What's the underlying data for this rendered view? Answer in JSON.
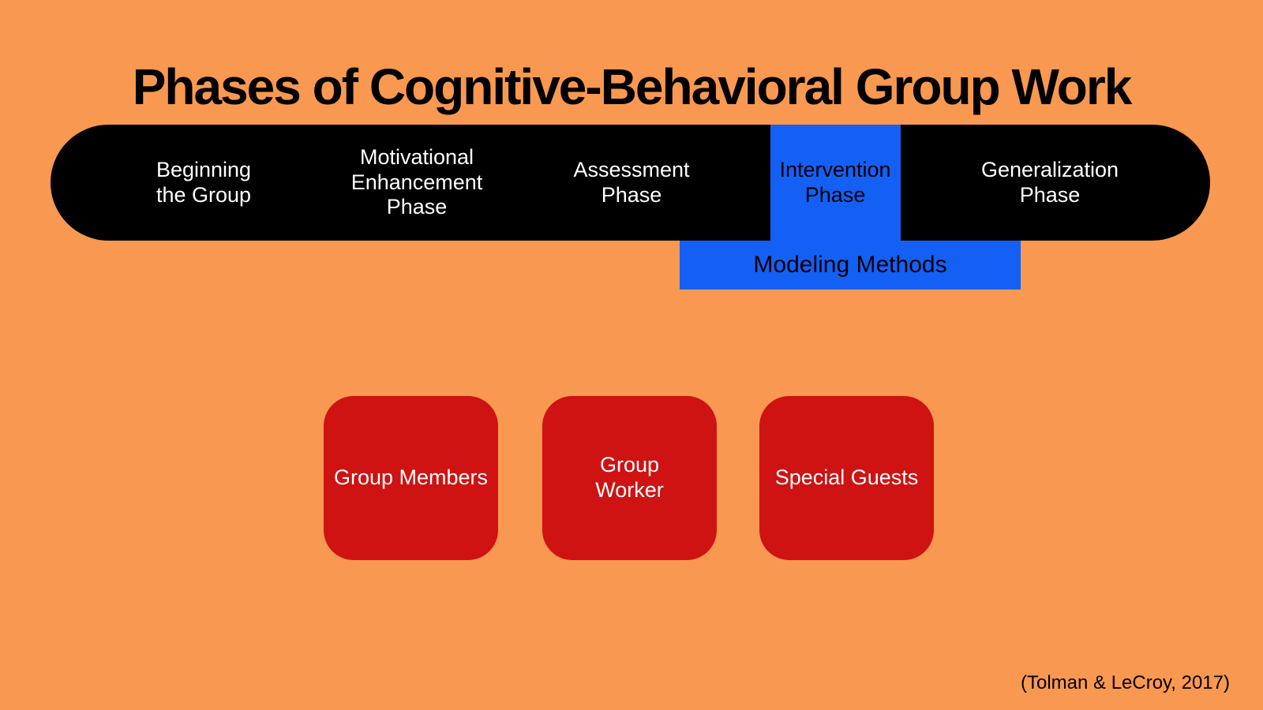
{
  "slide": {
    "title": "Phases of Cognitive-Behavioral Group Work",
    "citation": "(Tolman & LeCroy, 2017)"
  },
  "colors": {
    "background": "#F99850",
    "phase_bar": "#000000",
    "phase_text": "#FFFFFF",
    "highlight_blue": "#1460F5",
    "participant_red": "#CF1212",
    "dark_text": "#000000"
  },
  "phase_bar": {
    "phases": [
      {
        "label": "Beginning\nthe Group",
        "highlighted": false
      },
      {
        "label": "Motivational\nEnhancement\nPhase",
        "highlighted": false
      },
      {
        "label": "Assessment\nPhase",
        "highlighted": false
      },
      {
        "label": "Intervention\nPhase",
        "highlighted": true
      },
      {
        "label": "Generalization\nPhase",
        "highlighted": false
      }
    ]
  },
  "callout": {
    "label": "Modeling Methods"
  },
  "participants": [
    {
      "label": "Group Members"
    },
    {
      "label": "Group\nWorker"
    },
    {
      "label": "Special Guests"
    }
  ]
}
